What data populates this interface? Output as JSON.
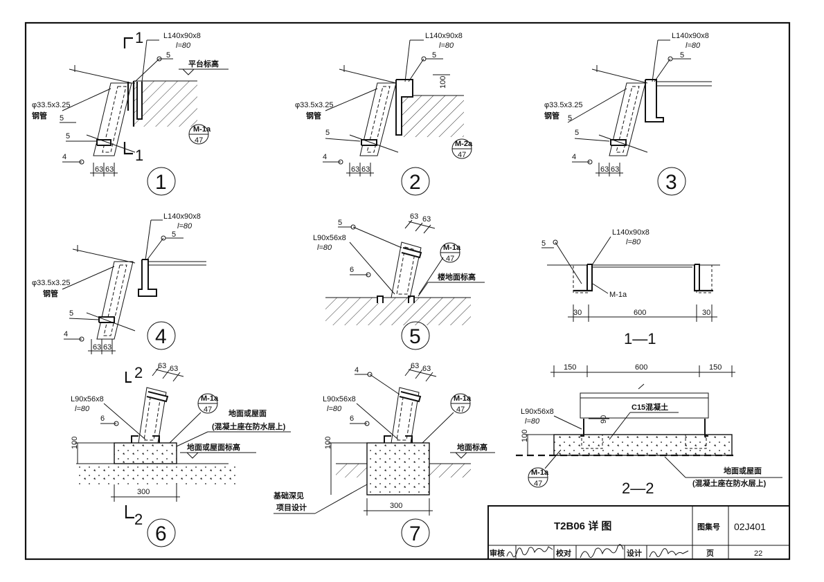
{
  "sheet": {
    "title_block": {
      "title": "T2B06  详  图",
      "atlas_label": "图集号",
      "atlas_no": "02J401",
      "page_label": "页",
      "page_no": "22",
      "review_label": "审核",
      "check_label": "校对",
      "design_label": "设计"
    }
  },
  "common": {
    "angle_140": "L140x90x8",
    "angle_90": "L90x56x8",
    "len": "l=80",
    "pipe": "φ33.5x3.25",
    "pipe_word": "钢管",
    "w4": "4",
    "w5": "5",
    "w6": "6",
    "d63a": "63",
    "d63b": "63",
    "ref_top": "M-1a",
    "ref_bot": "47"
  },
  "details": {
    "d1": {
      "number": "1",
      "platform": "平台标高",
      "cut_mark": "1"
    },
    "d2": {
      "number": "2",
      "dim100": "100",
      "ref_top": "M-2a"
    },
    "d3": {
      "number": "3"
    },
    "d4": {
      "number": "4"
    },
    "d5": {
      "number": "5",
      "floor": "楼地面标高"
    },
    "d6": {
      "number": "6",
      "cut_mark": "2",
      "surface": "地面或屋面",
      "surface_note": "(混凝土座在防水层上)",
      "elev": "地面或屋面标高",
      "dim100": "100",
      "dim300": "300"
    },
    "d7": {
      "number": "7",
      "elev": "地面标高",
      "dim100": "100",
      "dim300": "300",
      "found1": "基础深见",
      "found2": "项目设计"
    }
  },
  "sections": {
    "s11": {
      "title": "1—1",
      "d30a": "30",
      "d600": "600",
      "d30b": "30",
      "plate": "M-1a"
    },
    "s22": {
      "title": "2—2",
      "d150a": "150",
      "d600": "600",
      "d150b": "150",
      "concrete": "C15混凝土",
      "d90": "90",
      "d100": "100",
      "surface": "地面或屋面",
      "surface_note": "(混凝土座在防水层上)"
    }
  }
}
